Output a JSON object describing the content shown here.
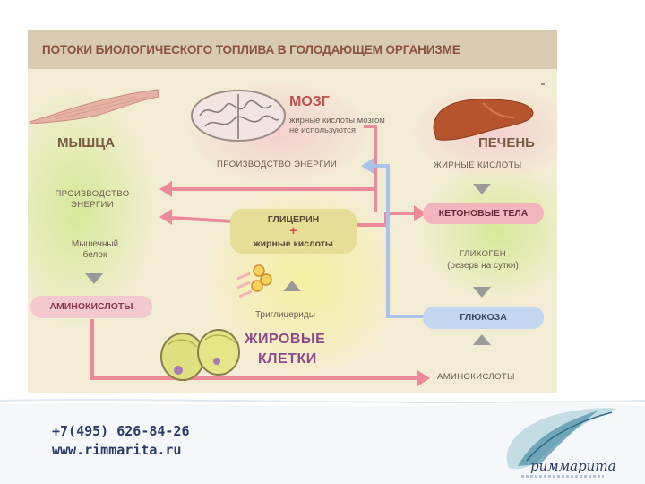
{
  "title": "ПОТОКИ БИОЛОГИЧЕСКОГО ТОПЛИВА В ГОЛОДАЮЩЕМ ОРГАНИЗМЕ",
  "brain": {
    "name": "МОЗГ",
    "note_line1": "жирные кислоты мозгом",
    "note_line2": "не используются",
    "energy": "ПРОИЗВОДСТВО ЭНЕРГИИ"
  },
  "muscle": {
    "name": "МЫШЦА",
    "energy_line1": "ПРОИЗВОДСТВО",
    "energy_line2": "ЭНЕРГИИ",
    "protein_line1": "Мышечный",
    "protein_line2": "белок",
    "amino": "АМИНОКИСЛОТЫ"
  },
  "liver": {
    "name": "ПЕЧЕНЬ",
    "fatty_acids": "ЖИРНЫЕ КИСЛОТЫ",
    "ketone": "КЕТОНОВЫЕ ТЕЛА",
    "glycogen": "ГЛИКОГЕН",
    "glycogen_note": "(резерв на сутки)",
    "glucose": "ГЛЮКОЗА"
  },
  "center": {
    "glycerol": "ГЛИЦЕРИН",
    "plus": "+",
    "fatty_acids": "жирные кислоты",
    "triglycerides": "Триглицериды",
    "amino_acids": "АМИНОКИСЛОТЫ"
  },
  "fat_cells": {
    "line1": "ЖИРОВЫЕ",
    "line2": "КЛЕТКИ"
  },
  "footer": {
    "phone": "+7(495) 626-84-26",
    "website": "www.rimmarita.ru",
    "brand": "риммарита"
  },
  "colors": {
    "arrow_pink": "#ec8a9a",
    "arrow_blue": "#a9c3ea",
    "organ_text": "#7a5c44",
    "brain_text": "#c0504d",
    "fat_text": "#8b4a8a",
    "footer_text": "#2b3a66"
  }
}
